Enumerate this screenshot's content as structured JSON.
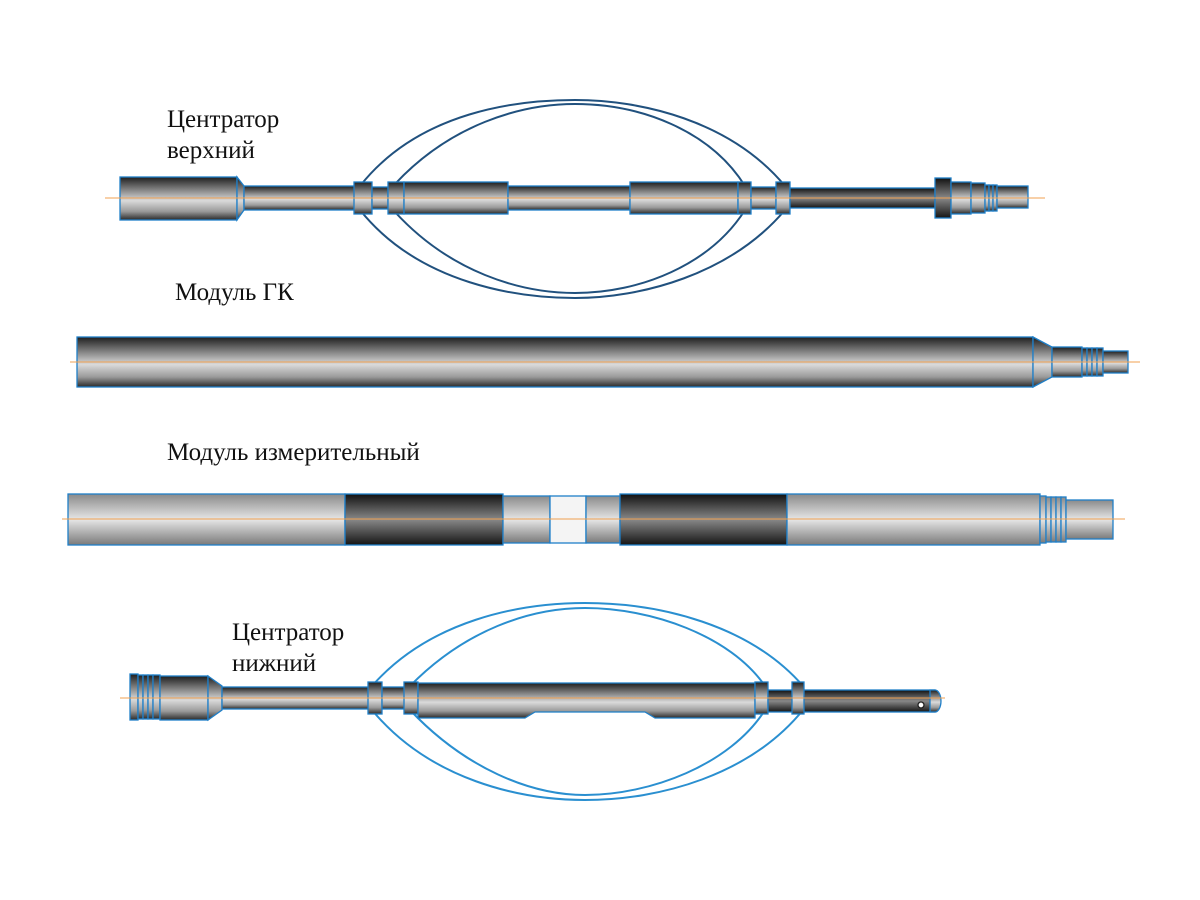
{
  "diagram": {
    "components": [
      {
        "id": "upper-centralizer",
        "label_line1": "Центратор",
        "label_line2": "верхний"
      },
      {
        "id": "gk-module",
        "label": "Модуль ГК"
      },
      {
        "id": "measuring-module",
        "label": "Модуль измерительный"
      },
      {
        "id": "lower-centralizer",
        "label_line1": "Центратор",
        "label_line2": "нижний"
      }
    ],
    "colors": {
      "outline": "#1f7fc8",
      "bow_upper": "#21517e",
      "bow_lower": "#2a8fd0",
      "axis": "#f0a050",
      "metal_dark": "#1c1c1c",
      "metal_light": "#d8d8d8"
    }
  }
}
